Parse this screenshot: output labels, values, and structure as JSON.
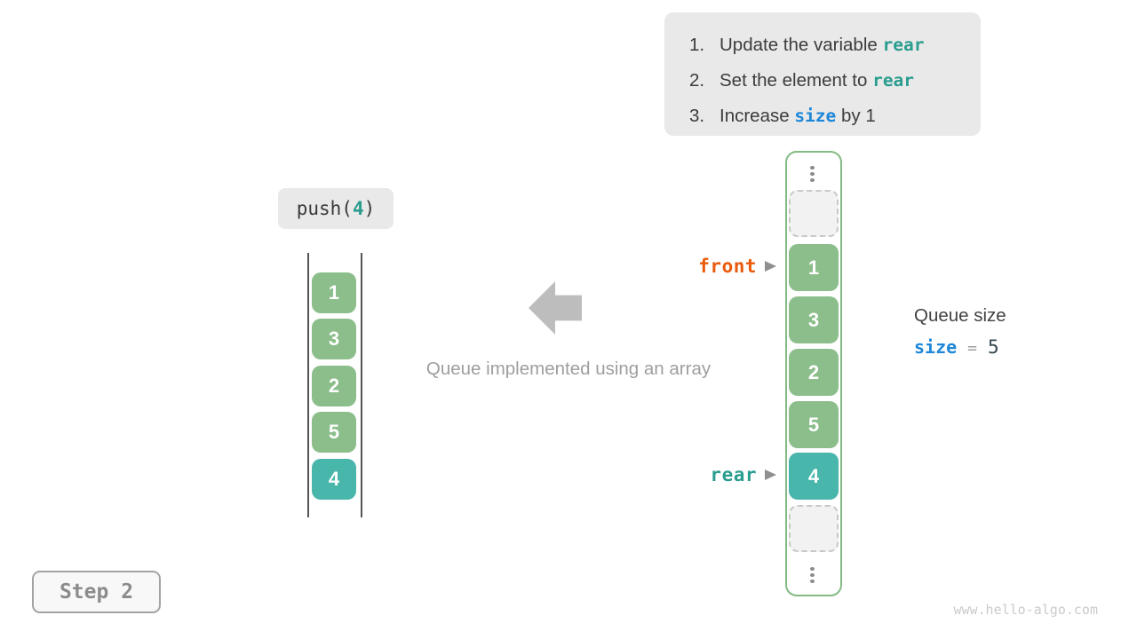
{
  "instructions": {
    "items": [
      {
        "num": "1.",
        "pre": "Update the variable ",
        "code": "rear",
        "code_color": "teal",
        "post": ""
      },
      {
        "num": "2.",
        "pre": "Set the element to ",
        "code": "rear",
        "code_color": "teal",
        "post": ""
      },
      {
        "num": "3.",
        "pre": "Increase ",
        "code": "size",
        "code_color": "blue",
        "post": " by 1"
      }
    ]
  },
  "push_call": {
    "prefix": "push(",
    "arg": "4",
    "suffix": ")"
  },
  "left_stack": {
    "values": [
      "1",
      "3",
      "2",
      "5",
      "4"
    ],
    "highlight_index": 4
  },
  "center": {
    "caption": "Queue implemented using an array"
  },
  "queue_array": {
    "cells": [
      {
        "type": "ellipsis"
      },
      {
        "type": "empty"
      },
      {
        "type": "value",
        "value": "1",
        "pointer": "front"
      },
      {
        "type": "value",
        "value": "3"
      },
      {
        "type": "value",
        "value": "2"
      },
      {
        "type": "value",
        "value": "5"
      },
      {
        "type": "value",
        "value": "4",
        "highlight": true,
        "pointer": "rear"
      },
      {
        "type": "empty"
      },
      {
        "type": "ellipsis"
      }
    ],
    "pointers": {
      "front": "front",
      "rear": "rear"
    }
  },
  "queue_size": {
    "title": "Queue size",
    "var": "size",
    "equals": "=",
    "value": "5"
  },
  "step_badge": {
    "label": "Step 2"
  },
  "watermark": {
    "text": "www.hello-algo.com"
  },
  "colors": {
    "keyword_teal": "#2a9d8f",
    "keyword_blue": "#1e87d8",
    "front_orange": "#ea5b0c",
    "box_green": "#8bbe8b",
    "box_teal": "#49b6ac",
    "array_border_green": "#84bb84"
  }
}
